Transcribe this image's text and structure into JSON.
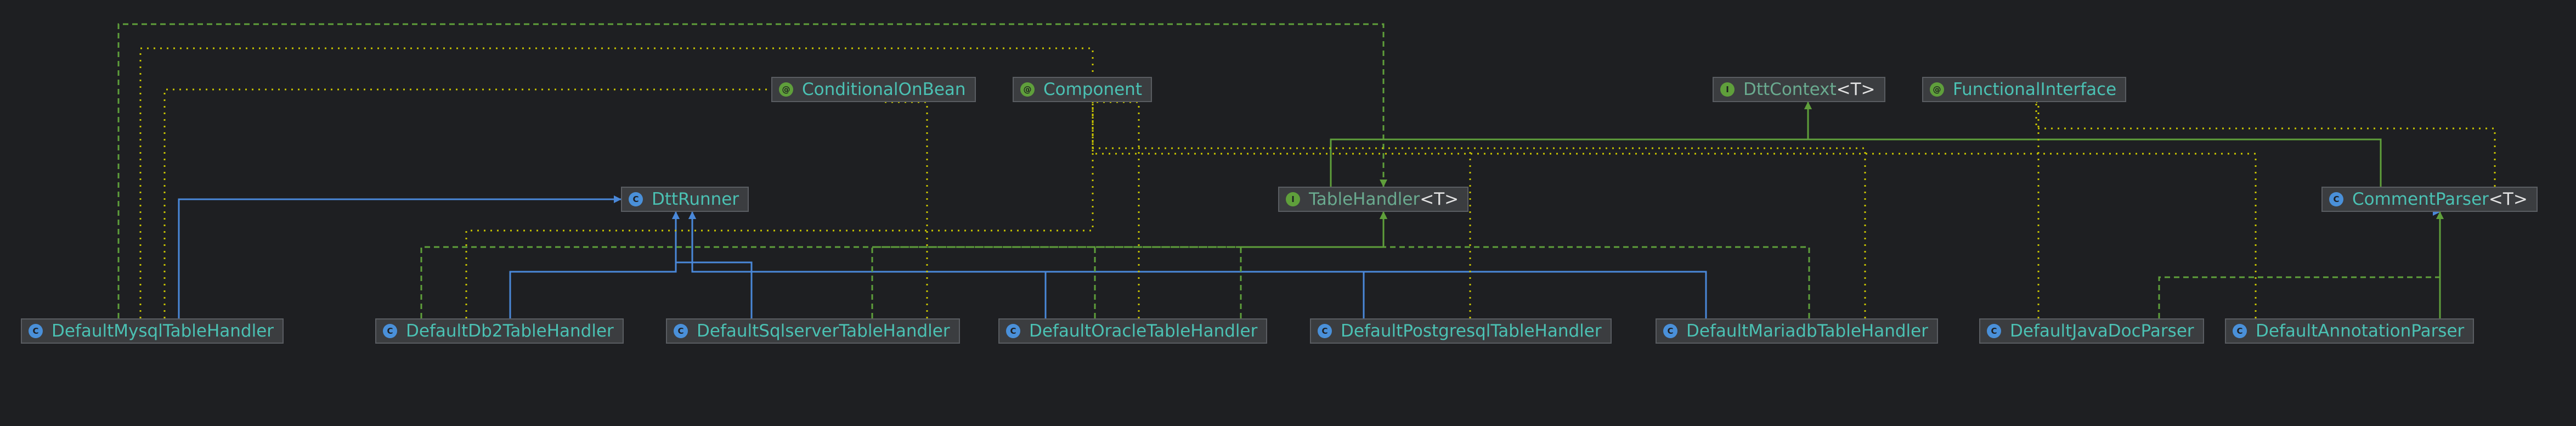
{
  "diagram": {
    "nodes": [
      {
        "id": "conditional_on_bean",
        "name": "ConditionalOnBean",
        "type_param": "",
        "kind": "annotation",
        "icon": "annotation-icon"
      },
      {
        "id": "component",
        "name": "Component",
        "type_param": "",
        "kind": "annotation",
        "icon": "annotation-icon"
      },
      {
        "id": "dtt_context",
        "name": "DttContext",
        "type_param": "<T>",
        "kind": "interface",
        "icon": "interface-icon"
      },
      {
        "id": "functional_interface",
        "name": "FunctionalInterface",
        "type_param": "",
        "kind": "annotation",
        "icon": "annotation-icon"
      },
      {
        "id": "dtt_runner",
        "name": "DttRunner",
        "type_param": "",
        "kind": "class",
        "icon": "class-icon"
      },
      {
        "id": "table_handler",
        "name": "TableHandler",
        "type_param": "<T>",
        "kind": "interface",
        "icon": "interface-icon"
      },
      {
        "id": "comment_parser",
        "name": "CommentParser",
        "type_param": "<T>",
        "kind": "class",
        "icon": "class-icon"
      },
      {
        "id": "mysql",
        "name": "DefaultMysqlTableHandler",
        "type_param": "",
        "kind": "class",
        "icon": "class-icon"
      },
      {
        "id": "db2",
        "name": "DefaultDb2TableHandler",
        "type_param": "",
        "kind": "class",
        "icon": "class-icon"
      },
      {
        "id": "sqlserver",
        "name": "DefaultSqlserverTableHandler",
        "type_param": "",
        "kind": "class",
        "icon": "class-icon"
      },
      {
        "id": "oracle",
        "name": "DefaultOracleTableHandler",
        "type_param": "",
        "kind": "class",
        "icon": "class-icon"
      },
      {
        "id": "postgresql",
        "name": "DefaultPostgresqlTableHandler",
        "type_param": "",
        "kind": "class",
        "icon": "class-icon"
      },
      {
        "id": "mariadb",
        "name": "DefaultMariadbTableHandler",
        "type_param": "",
        "kind": "class",
        "icon": "class-icon"
      },
      {
        "id": "javadoc",
        "name": "DefaultJavaDocParser",
        "type_param": "",
        "kind": "class",
        "icon": "class-icon"
      },
      {
        "id": "annotation_parser",
        "name": "DefaultAnnotationParser",
        "type_param": "",
        "kind": "class",
        "icon": "class-icon"
      }
    ],
    "edges": [
      {
        "from": "mysql",
        "to": "dtt_runner",
        "relation": "extends",
        "style": "solid",
        "color": "#4a88d9"
      },
      {
        "from": "db2",
        "to": "dtt_runner",
        "relation": "extends",
        "style": "solid",
        "color": "#4a88d9"
      },
      {
        "from": "sqlserver",
        "to": "dtt_runner",
        "relation": "extends",
        "style": "solid",
        "color": "#4a88d9"
      },
      {
        "from": "oracle",
        "to": "dtt_runner",
        "relation": "extends",
        "style": "solid",
        "color": "#4a88d9"
      },
      {
        "from": "postgresql",
        "to": "dtt_runner",
        "relation": "extends",
        "style": "solid",
        "color": "#4a88d9"
      },
      {
        "from": "mariadb",
        "to": "dtt_runner",
        "relation": "extends",
        "style": "solid",
        "color": "#4a88d9"
      },
      {
        "from": "annotation_parser",
        "to": "comment_parser",
        "relation": "extends",
        "style": "solid",
        "color": "#5f9f3b"
      },
      {
        "from": "comment_parser",
        "to": "dtt_context",
        "relation": "implements",
        "style": "solid",
        "color": "#5f9f3b"
      },
      {
        "from": "table_handler",
        "to": "dtt_context",
        "relation": "implements",
        "style": "solid",
        "color": "#5f9f3b"
      },
      {
        "from": "mysql",
        "to": "table_handler",
        "relation": "implements",
        "style": "dashed",
        "color": "#5f9f3b"
      },
      {
        "from": "db2",
        "to": "table_handler",
        "relation": "implements",
        "style": "dashed",
        "color": "#5f9f3b"
      },
      {
        "from": "sqlserver",
        "to": "table_handler",
        "relation": "implements",
        "style": "dashed",
        "color": "#5f9f3b"
      },
      {
        "from": "oracle",
        "to": "table_handler",
        "relation": "implements",
        "style": "dashed",
        "color": "#5f9f3b"
      },
      {
        "from": "postgresql",
        "to": "table_handler",
        "relation": "implements",
        "style": "dashed",
        "color": "#5f9f3b"
      },
      {
        "from": "mariadb",
        "to": "table_handler",
        "relation": "implements",
        "style": "dashed",
        "color": "#5f9f3b"
      },
      {
        "from": "javadoc",
        "to": "comment_parser",
        "relation": "implements",
        "style": "dashed",
        "color": "#5f9f3b"
      },
      {
        "from": "mysql",
        "to": "conditional_on_bean",
        "relation": "annotated",
        "style": "dotted",
        "color": "#c8c400"
      },
      {
        "from": "mysql",
        "to": "component",
        "relation": "annotated",
        "style": "dotted",
        "color": "#c8c400"
      },
      {
        "from": "db2",
        "to": "component",
        "relation": "annotated",
        "style": "dotted",
        "color": "#c8c400"
      },
      {
        "from": "sqlserver",
        "to": "conditional_on_bean",
        "relation": "annotated",
        "style": "dotted",
        "color": "#c8c400"
      },
      {
        "from": "oracle",
        "to": "component",
        "relation": "annotated",
        "style": "dotted",
        "color": "#c8c400"
      },
      {
        "from": "postgresql",
        "to": "component",
        "relation": "annotated",
        "style": "dotted",
        "color": "#c8c400"
      },
      {
        "from": "mariadb",
        "to": "component",
        "relation": "annotated",
        "style": "dotted",
        "color": "#c8c400"
      },
      {
        "from": "javadoc",
        "to": "functional_interface",
        "relation": "annotated",
        "style": "dotted",
        "color": "#c8c400"
      },
      {
        "from": "comment_parser",
        "to": "functional_interface",
        "relation": "annotated",
        "style": "dotted",
        "color": "#c8c400"
      },
      {
        "from": "annotation_parser",
        "to": "component",
        "relation": "annotated",
        "style": "dotted",
        "color": "#c8c400"
      }
    ]
  },
  "colors": {
    "background": "#1e1f22",
    "node_fill": "#3b3d40",
    "node_border": "#5a5d62",
    "class_name": "#4bc1b3",
    "extends_line": "#4a88d9",
    "implements_line": "#5f9f3b",
    "annotation_line": "#c8c400"
  }
}
